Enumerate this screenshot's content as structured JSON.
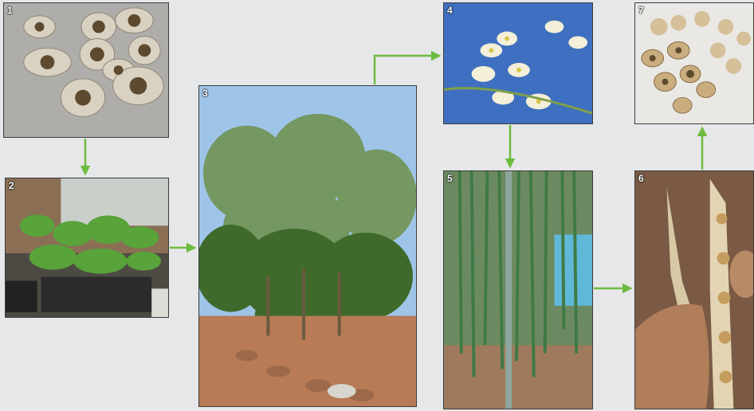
{
  "panels": [
    {
      "number": "1",
      "subject": "seeds"
    },
    {
      "number": "2",
      "subject": "seedlings"
    },
    {
      "number": "3",
      "subject": "tree"
    },
    {
      "number": "4",
      "subject": "flowers"
    },
    {
      "number": "5",
      "subject": "pods"
    },
    {
      "number": "6",
      "subject": "open-pod"
    },
    {
      "number": "7",
      "subject": "seeds-kernels"
    }
  ],
  "colors": {
    "arrow": "#6dbb3f",
    "background": "#e6e7e8",
    "border": "#3b3b3b"
  }
}
